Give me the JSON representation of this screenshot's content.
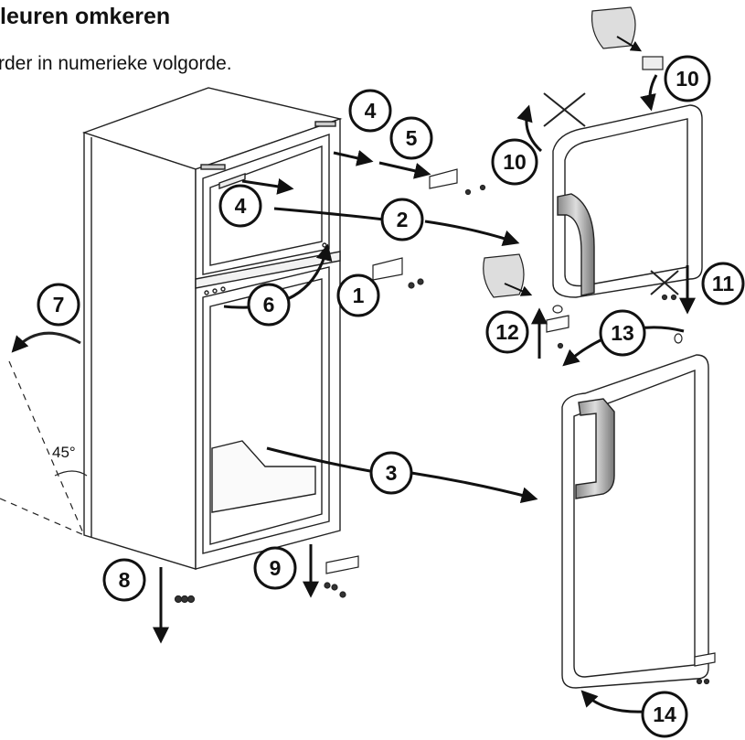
{
  "header": {
    "title": "leuren omkeren",
    "subtitle": "rder in numerieke volgorde."
  },
  "steps": [
    {
      "label": "1"
    },
    {
      "label": "2"
    },
    {
      "label": "3"
    },
    {
      "label": "4"
    },
    {
      "label": "4"
    },
    {
      "label": "5"
    },
    {
      "label": "6"
    },
    {
      "label": "7"
    },
    {
      "label": "8"
    },
    {
      "label": "9"
    },
    {
      "label": "10"
    },
    {
      "label": "10"
    },
    {
      "label": "11"
    },
    {
      "label": "12"
    },
    {
      "label": "13"
    },
    {
      "label": "14"
    }
  ],
  "angle_label": "45°"
}
